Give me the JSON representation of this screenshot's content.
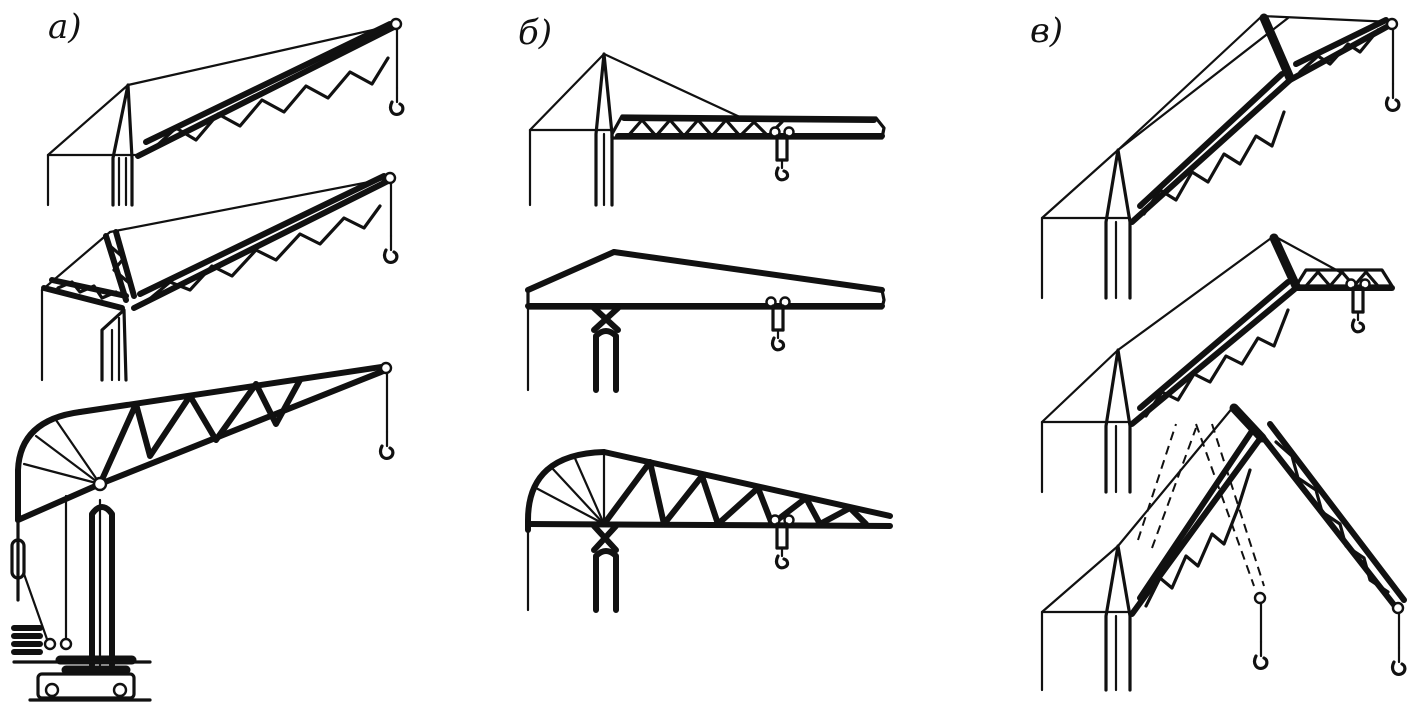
{
  "labels": {
    "a": "а)",
    "b": "б)",
    "v": "в)"
  }
}
